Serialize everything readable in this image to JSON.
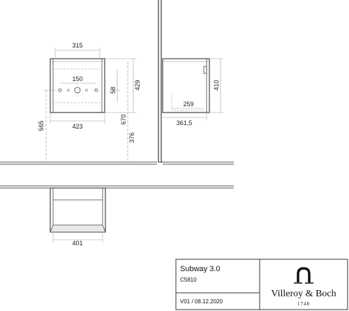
{
  "front_view": {
    "width_top": "315",
    "hole_spacing": "150",
    "width_bottom": "423",
    "height_total": "429",
    "height_siphon": "58",
    "height_floor": "565",
    "height_top": "670",
    "height_base": "376"
  },
  "side_view": {
    "height": "410",
    "depth_inner": "259",
    "depth_total": "361,5"
  },
  "plan_view": {
    "width": "401"
  },
  "title_block": {
    "model": "Subway 3.0",
    "code": "C5810",
    "version": "V01 / 08.12.2020",
    "brand": "Villeroy & Boch",
    "year": "1748"
  },
  "colors": {
    "line": "#444444",
    "dim_line": "#9a9a9a",
    "floor": "#555555"
  }
}
